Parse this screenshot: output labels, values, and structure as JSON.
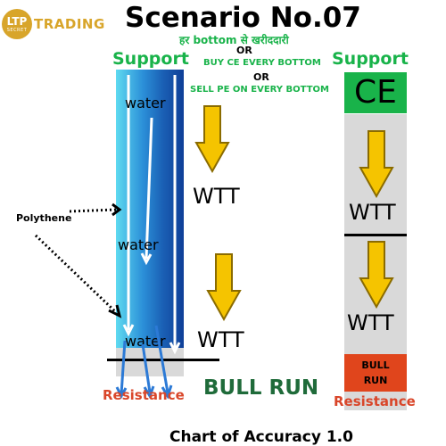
{
  "logo": {
    "line1": "LTP",
    "line2": "SECRET",
    "text": "TRADING"
  },
  "title": "Scenario No.07",
  "subtitle_hindi": "हर bottom से खरीददारी",
  "or1": "OR",
  "buy_text": "BUY CE EVERY BOTTOM",
  "or2": "OR",
  "sell_text": "SELL PE ON EVERY BOTTOM",
  "left": {
    "support_label": "Support",
    "water_labels": [
      "water",
      "water",
      "water"
    ],
    "wtt_labels": [
      "WTT",
      "WTT"
    ],
    "resistance_label": "Resistance",
    "polythene_label": "Polythene",
    "bull_run_label": "BULL RUN"
  },
  "right": {
    "support_label": "Support",
    "ce_label": "CE",
    "wtt_labels": [
      "WTT",
      "WTT"
    ],
    "bull_run_label": "BULL RUN",
    "resistance_label": "Resistance"
  },
  "footer": "Chart of Accuracy 1.0",
  "colors": {
    "green": "#19b34a",
    "gold": "#d8a52a",
    "arrow": "#f5c400",
    "resistance": "#d9462a",
    "bullrun_text": "#1f6b3a",
    "bullrun_box": "#e0451c",
    "water_top": "#5fdaf0",
    "water_bottom": "#0f3f98"
  }
}
